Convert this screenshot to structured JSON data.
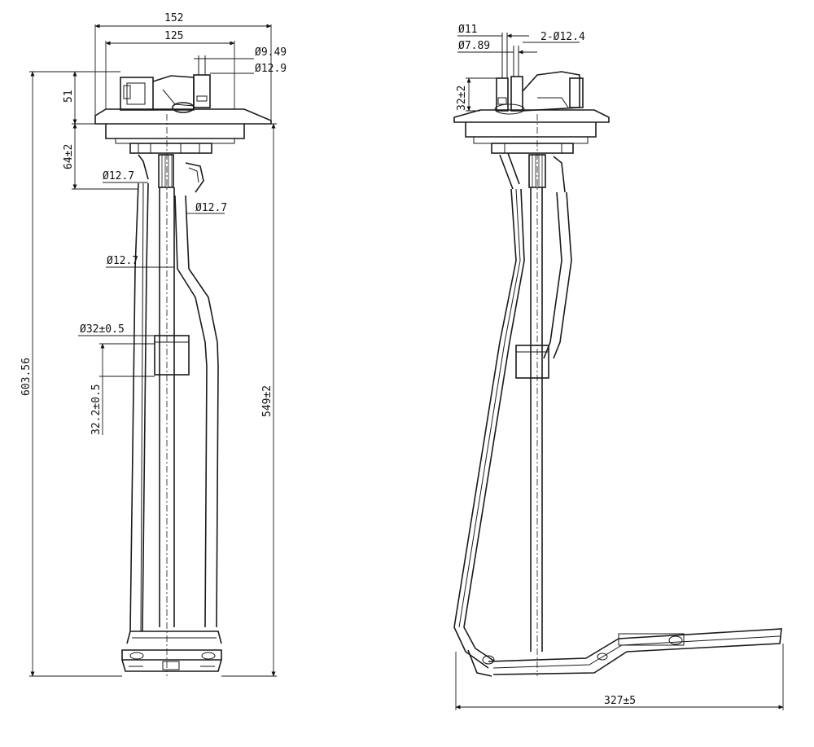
{
  "front_view": {
    "dim_width_outer": "152",
    "dim_width_inner": "125",
    "dim_outlet_small": "Ø9.49",
    "dim_outlet_large": "Ø12.9",
    "dim_top_height": "51",
    "dim_flange_drop": "64±2",
    "dim_tube_a": "Ø12.7",
    "dim_tube_b": "Ø12.7",
    "dim_tube_c": "Ø12.7",
    "dim_collar_dia": "Ø32±0.5",
    "dim_collar_len": "32.2±0.5",
    "dim_overall_height": "603.56",
    "dim_body_height": "549±2"
  },
  "side_view": {
    "dim_port_a": "Ø11",
    "dim_port_b": "Ø7.89",
    "dim_port_pair": "2-Ø12.4",
    "dim_top_height": "32±2",
    "dim_foot_length": "327±5"
  }
}
